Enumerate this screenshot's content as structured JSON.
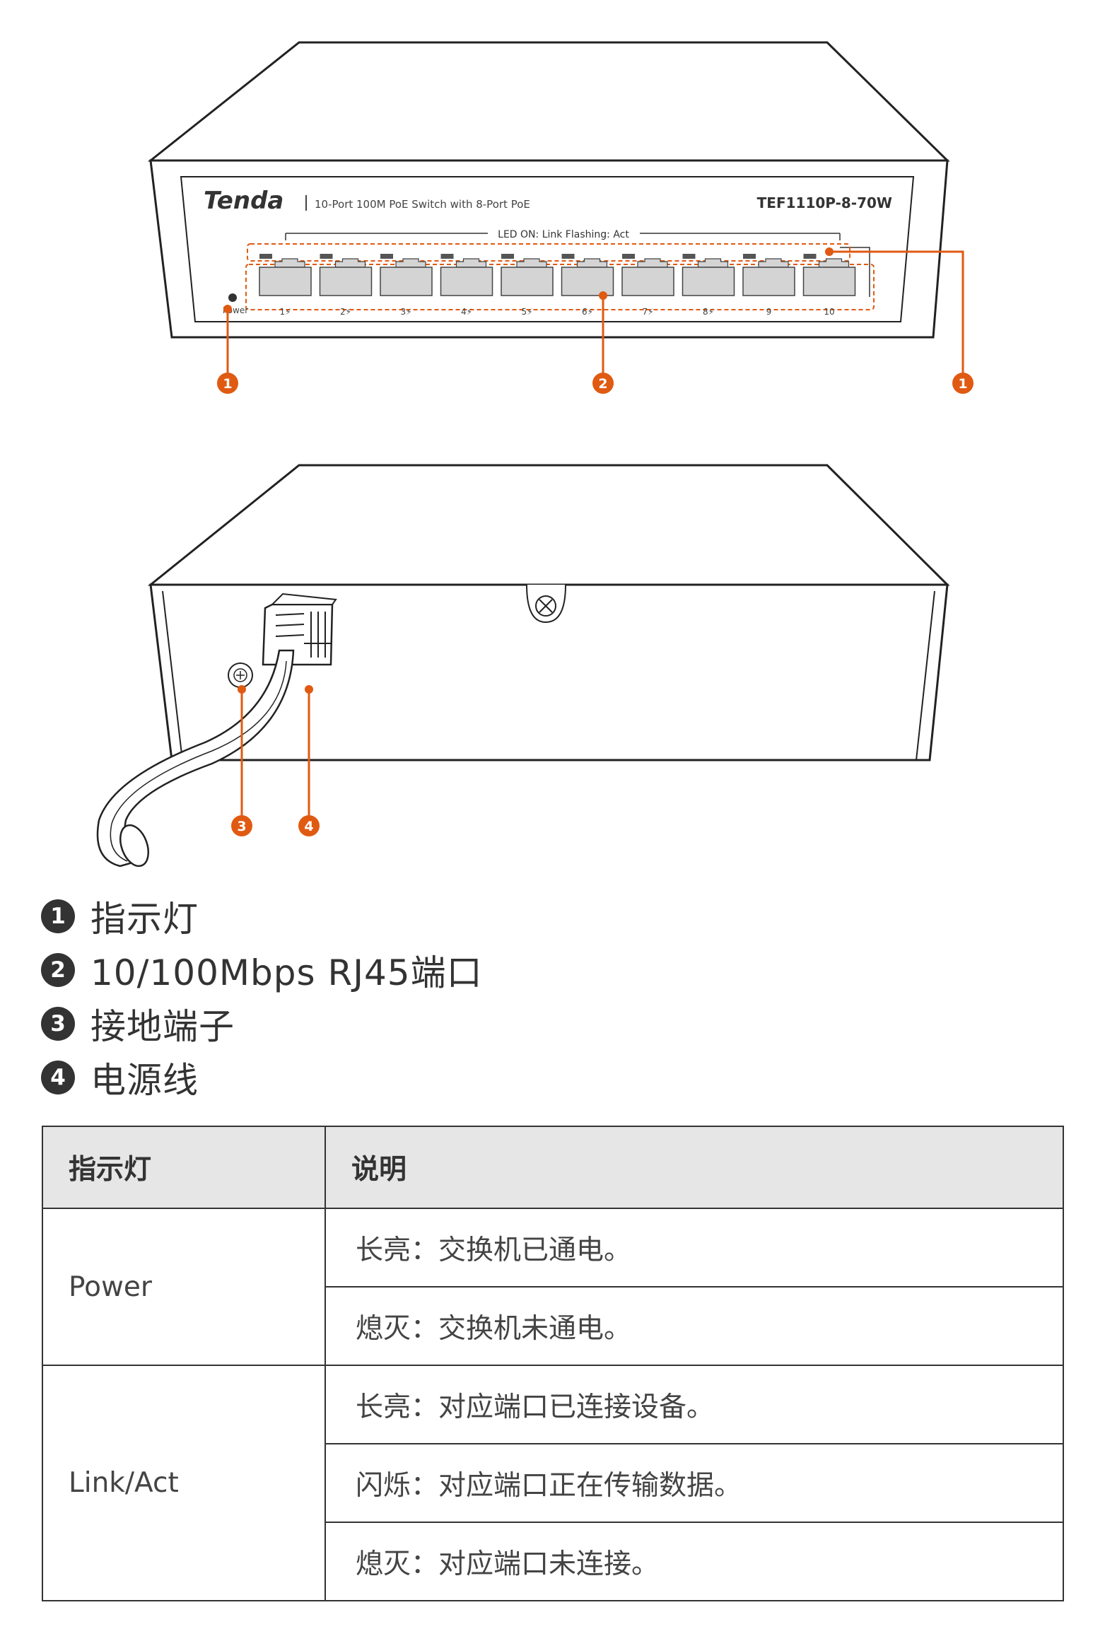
{
  "front_panel": {
    "brand": "Tenda",
    "description": "10-Port 100M PoE Switch with 8-Port PoE",
    "model": "TEF1110P-8-70W",
    "led_label": "LED ON: Link  Flashing: Act",
    "power_label": "Power",
    "port_labels": [
      "1⚡",
      "2⚡",
      "3⚡",
      "4⚡",
      "5⚡",
      "6⚡",
      "7⚡",
      "8⚡",
      "9",
      "10"
    ]
  },
  "callouts": {
    "front": [
      "1",
      "2",
      "1"
    ],
    "back": [
      "3",
      "4"
    ]
  },
  "legend": [
    {
      "num": "1",
      "text": "指示灯"
    },
    {
      "num": "2",
      "text": "10/100Mbps RJ45端口"
    },
    {
      "num": "3",
      "text": "接地端子"
    },
    {
      "num": "4",
      "text": "电源线"
    }
  ],
  "table": {
    "headers": [
      "指示灯",
      "说明"
    ],
    "rows": [
      {
        "name": "Power",
        "descriptions": [
          "长亮：交换机已通电。",
          "熄灭：交换机未通电。"
        ]
      },
      {
        "name": "Link/Act",
        "descriptions": [
          "长亮：对应端口已连接设备。",
          "闪烁：对应端口正在传输数据。",
          "熄灭：对应端口未连接。"
        ]
      }
    ]
  },
  "colors": {
    "accent": "#e05a12",
    "line": "#222222",
    "port_fill": "#d4d4d4",
    "header_bg": "#e6e6e6"
  }
}
